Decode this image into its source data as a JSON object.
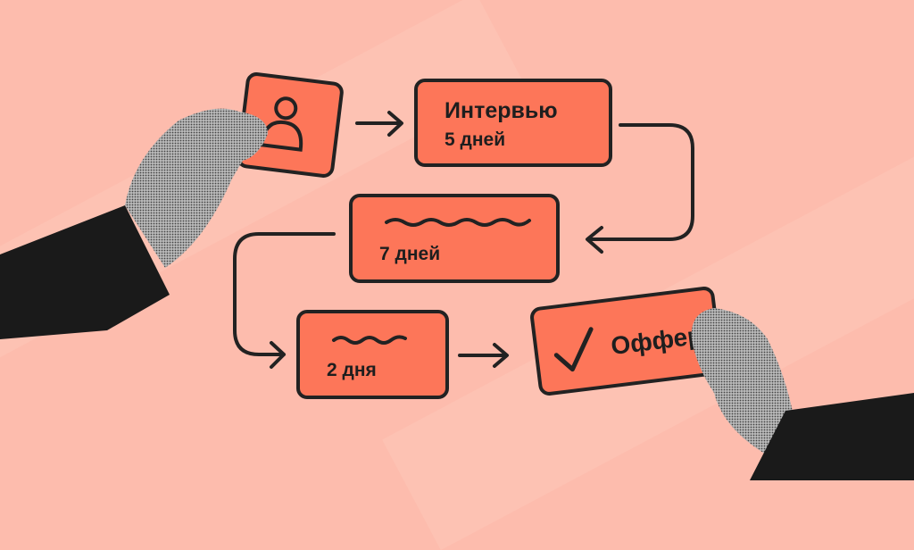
{
  "colors": {
    "background": "#fdbcad",
    "card": "#fd7659",
    "stroke": "#222222"
  },
  "steps": [
    {
      "icon": "person-icon"
    },
    {
      "title": "Интервью",
      "duration": "5 дней"
    },
    {
      "duration": "7 дней"
    },
    {
      "duration": "2 дня"
    },
    {
      "title": "Оффер",
      "icon": "checkmark-icon"
    }
  ]
}
